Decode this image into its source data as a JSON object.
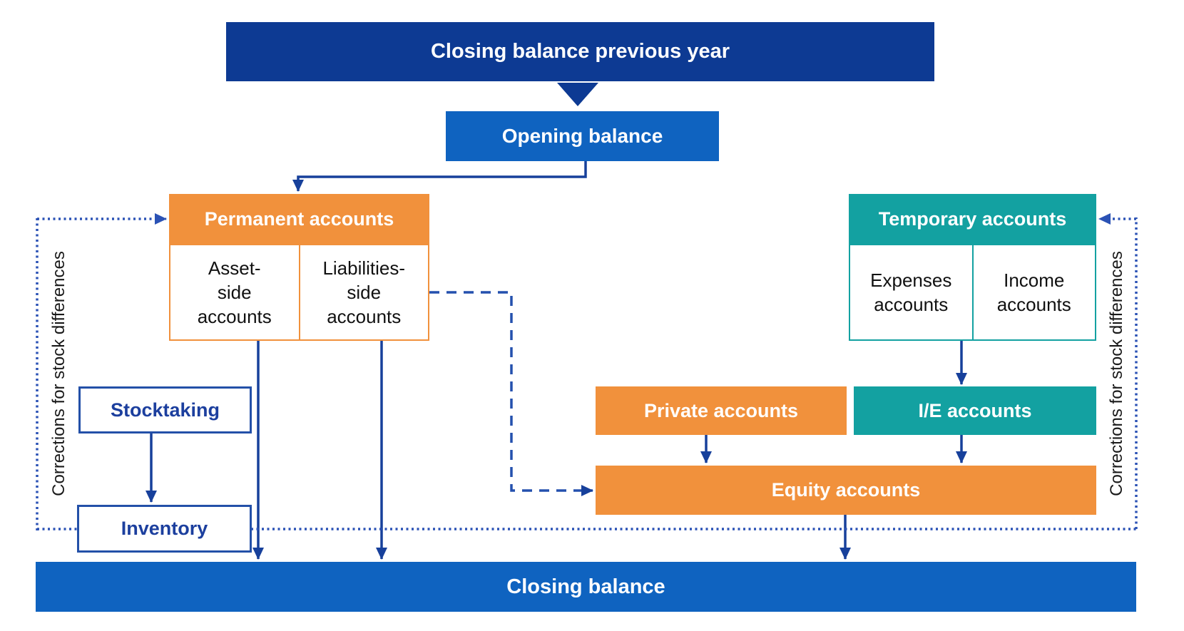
{
  "title_bar": {
    "label": "Closing balance previous year"
  },
  "opening": {
    "label": "Opening balance"
  },
  "permanent": {
    "title": "Permanent accounts",
    "asset": "Asset-\nside\naccounts",
    "liabilities": "Liabilities-\nside\naccounts"
  },
  "temporary": {
    "title": "Temporary accounts",
    "expenses": "Expenses\naccounts",
    "income": "Income\naccounts"
  },
  "stocktaking": {
    "label": "Stocktaking"
  },
  "inventory": {
    "label": "Inventory"
  },
  "private": {
    "label": "Private accounts"
  },
  "ie": {
    "label": "I/E accounts"
  },
  "equity": {
    "label": "Equity accounts"
  },
  "closing": {
    "label": "Closing balance"
  },
  "corrections": {
    "left": "Corrections for stock differences",
    "right": "Corrections for stock differences"
  },
  "colors": {
    "navy": "#0d3a93",
    "blue": "#0f63c0",
    "orange": "#f1913c",
    "teal": "#13a1a1",
    "arrow_navy": "#17409b",
    "dotted_blue": "#2b52b5",
    "label_blue": "#1c3f9e",
    "text_black": "#111111"
  }
}
